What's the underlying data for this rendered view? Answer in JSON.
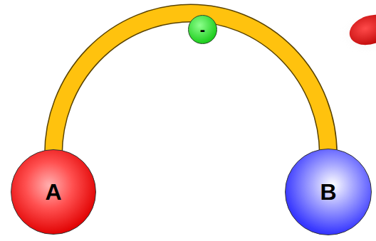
{
  "diagram": {
    "nodes": [
      {
        "text": [
          "-"
        ]
      },
      {
        "text": [
          "A"
        ]
      },
      {
        "text": [
          "B"
        ]
      }
    ],
    "edges": [
      {
        "from": 1,
        "to": 2,
        "arrow": "none"
      }
    ]
  }
}
